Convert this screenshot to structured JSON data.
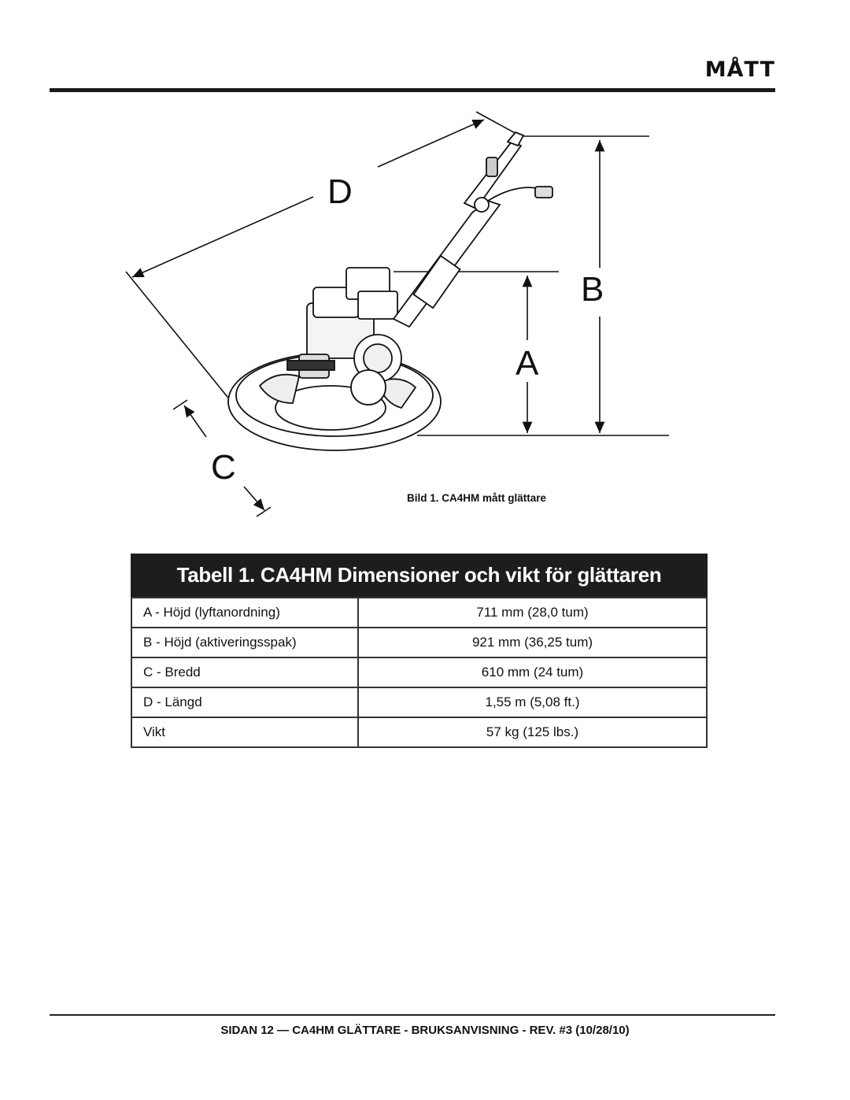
{
  "header": {
    "section_title": "MÅTT"
  },
  "figure": {
    "caption": "Bild 1. CA4HM mått glättare",
    "dimension_letters": [
      "D",
      "B",
      "A",
      "C"
    ]
  },
  "table": {
    "title": "Tabell 1. CA4HM Dimensioner och vikt för glättaren",
    "rows": [
      {
        "label": "A - Höjd (lyftanordning)",
        "value": "711 mm (28,0 tum)"
      },
      {
        "label": "B - Höjd (aktiveringsspak)",
        "value": "921 mm (36,25 tum)"
      },
      {
        "label": "C - Bredd",
        "value": "610 mm (24 tum)"
      },
      {
        "label": "D - Längd",
        "value": "1,55 m (5,08 ft.)"
      },
      {
        "label": "Vikt",
        "value": "57 kg (125 lbs.)"
      }
    ]
  },
  "footer": {
    "text": "SIDAN 12 — CA4HM GLÄTTARE - BRUKSANVISNING - REV. #3 (10/28/10)"
  }
}
